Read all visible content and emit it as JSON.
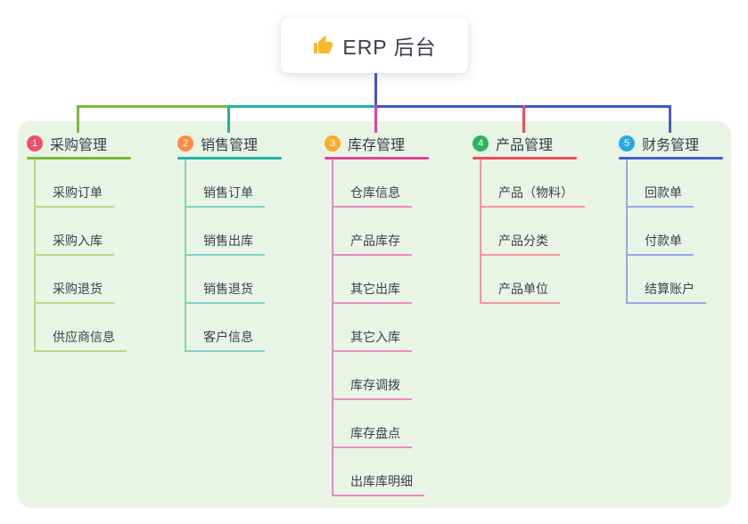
{
  "root": {
    "title": "ERP 后台",
    "icon": "thumbs-up-icon",
    "icon_color": "#f5b929"
  },
  "branches": [
    {
      "index": "1",
      "title": "采购管理",
      "badge_color": "#f0506b",
      "line_color": "#7cb93e",
      "child_line_color": "#b5d98a",
      "children": [
        "采购订单",
        "采购入库",
        "采购退货",
        "供应商信息"
      ]
    },
    {
      "index": "2",
      "title": "销售管理",
      "badge_color": "#fb8c41",
      "line_color": "#1fb3a6",
      "child_line_color": "#82d0c9",
      "children": [
        "销售订单",
        "销售出库",
        "销售退货",
        "客户信息"
      ]
    },
    {
      "index": "3",
      "title": "库存管理",
      "badge_color": "#fbad29",
      "line_color": "#e0439f",
      "child_line_color": "#ee87c2",
      "children": [
        "仓库信息",
        "产品库存",
        "其它出库",
        "其它入库",
        "库存调拨",
        "库存盘点",
        "出库库明细"
      ]
    },
    {
      "index": "4",
      "title": "产品管理",
      "badge_color": "#2db55d",
      "line_color": "#f4495d",
      "child_line_color": "#f8949f",
      "children": [
        "产品（物料）",
        "产品分类",
        "产品单位"
      ]
    },
    {
      "index": "5",
      "title": "财务管理",
      "badge_color": "#2ba8e0",
      "line_color": "#4460c8",
      "child_line_color": "#98a9e0",
      "children": [
        "回款单",
        "付款单",
        "结算账户"
      ]
    }
  ],
  "colors": {
    "root_line": "#4355c6",
    "panel_bg": "#e9f5e4",
    "card_bg": "#ffffff",
    "title_text": "#373e4d",
    "node_text": "#3a4050"
  }
}
